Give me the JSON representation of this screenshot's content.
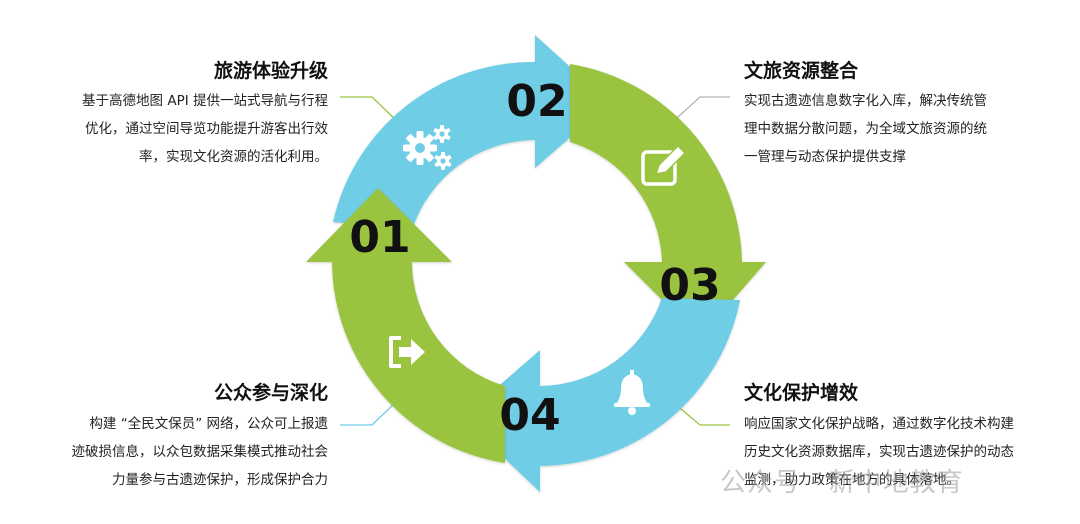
{
  "steps": [
    {
      "number": "01",
      "title": "旅游体验升级",
      "lines": [
        "基于高德地图 API 提供一站式导航与行程",
        "优化，通过空间导览功能提升游客出行效",
        "率，实现文化资源的活化利用。"
      ]
    },
    {
      "number": "02",
      "title": "文旅资源整合",
      "lines": [
        "实现古遗迹信息数字化入库，解决传统管",
        "理中数据分散问题，为全域文旅资源的统",
        "一管理与动态保护提供支撑"
      ]
    },
    {
      "number": "03",
      "title": "文化保护增效",
      "lines": [
        "响应国家文化保护战略，通过数字化技术构建",
        "历史文化资源数据库，实现古遗迹保护的动态",
        "监测，助力政策在地方的具体落地。"
      ]
    },
    {
      "number": "04",
      "title": "公众参与深化",
      "lines": [
        "构建 “全民文保员” 网络，公众可上报遗",
        "迹破损信息，以众包数据采集模式推动社会",
        "力量参与古遗迹保护，形成保护合力"
      ]
    }
  ],
  "icons": [
    "gears-icon",
    "edit-icon",
    "bell-icon",
    "sign-out-icon"
  ],
  "colors": {
    "green": "#9ac43f",
    "blue": "#6fcde6",
    "text": "#111111"
  },
  "watermark": "公众号 · 新中地教育"
}
